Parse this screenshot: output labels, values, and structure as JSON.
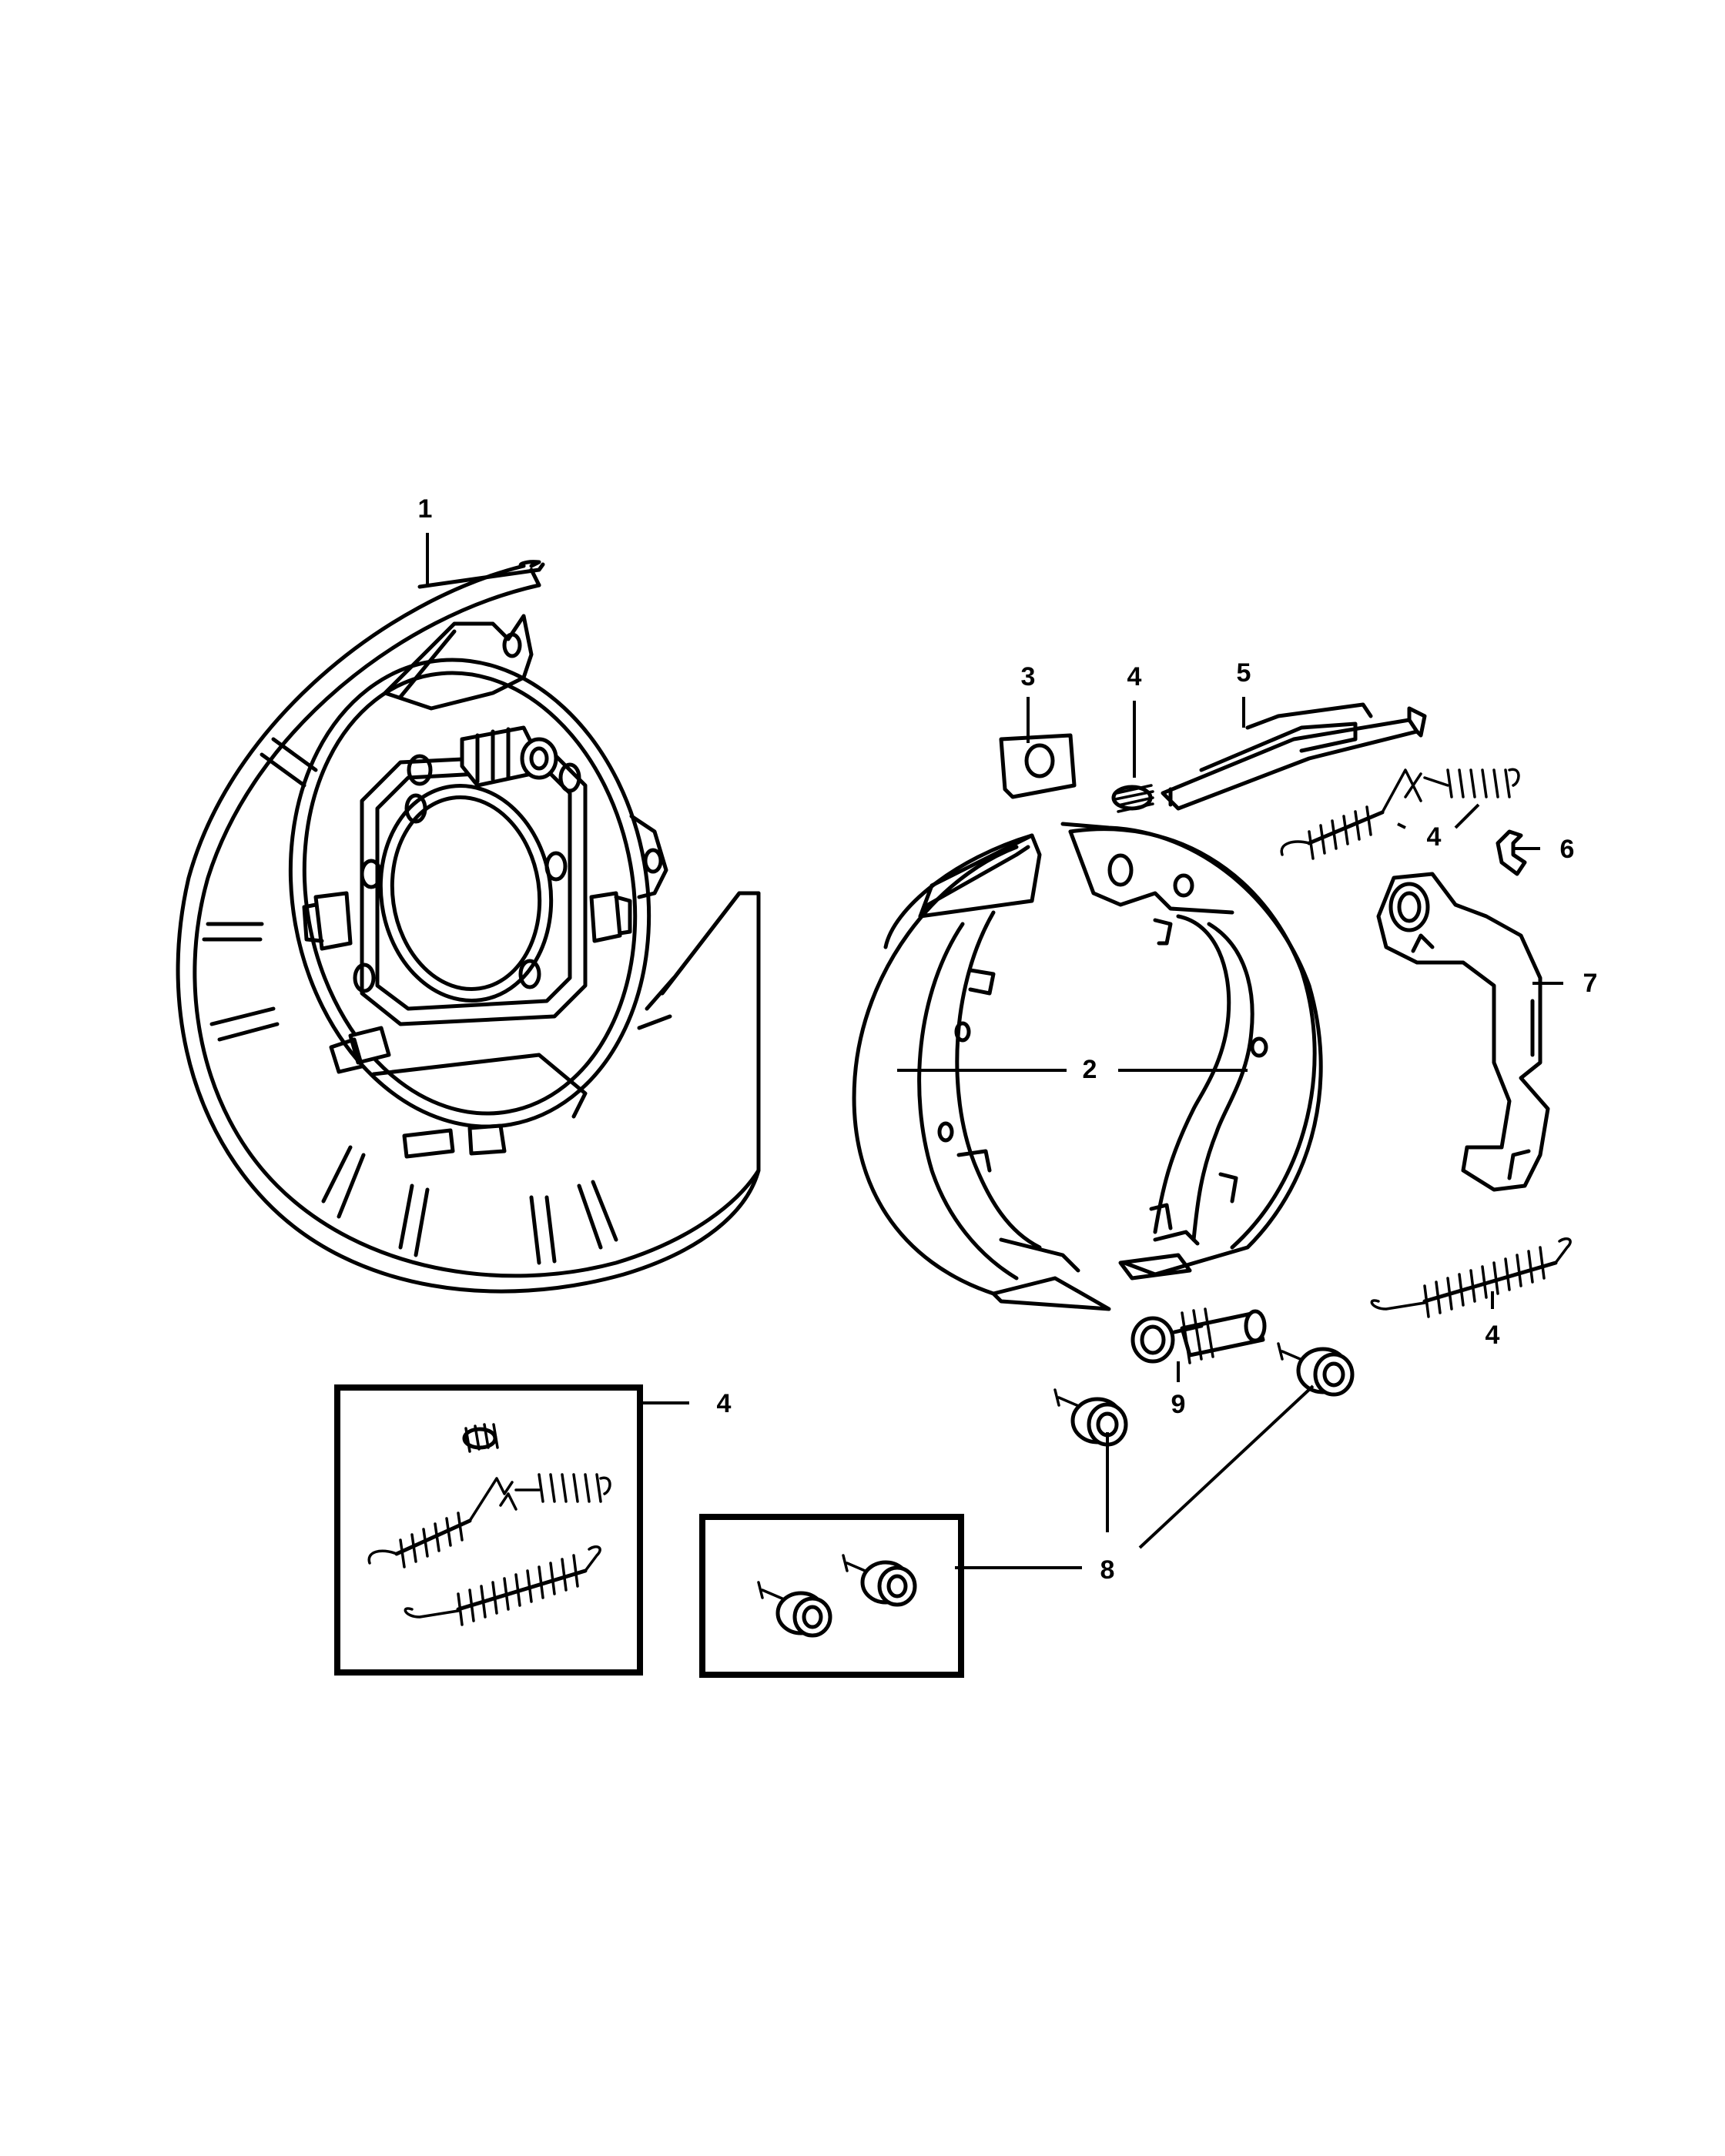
{
  "callouts": {
    "c1": "1",
    "c2": "2",
    "c3": "3",
    "c4a": "4",
    "c4b": "4",
    "c4c": "4",
    "c4d": "4",
    "c5": "5",
    "c6": "6",
    "c7": "7",
    "c8": "8",
    "c9": "9"
  }
}
